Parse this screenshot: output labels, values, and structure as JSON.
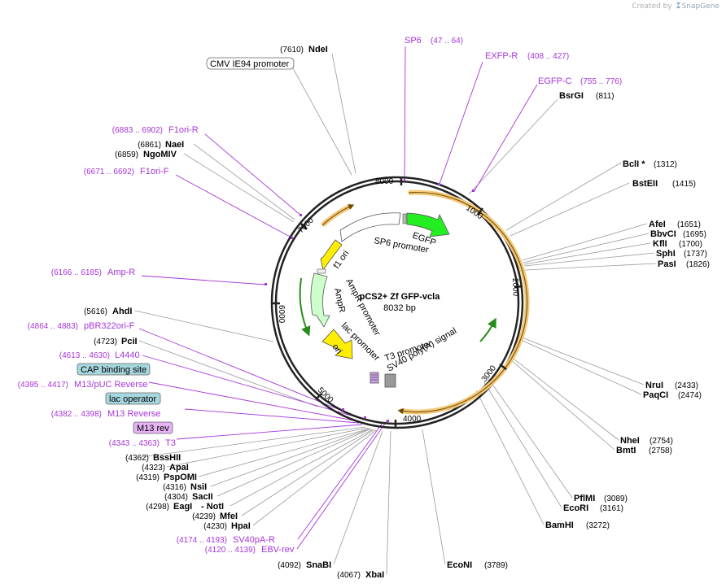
{
  "credit": {
    "prefix": "Created by",
    "brand": "SnapGene"
  },
  "plasmid": {
    "name": "pCS2+ Zf GFP-vcla",
    "length": "8032 bp"
  },
  "ticks": [
    "1000",
    "2000",
    "3000",
    "4000",
    "5000",
    "6000",
    "7000",
    "8000"
  ],
  "features": {
    "egfp": "EGFP",
    "sp6_promoter": "SP6 promoter",
    "f1_ori": "f1 ori",
    "ampr_promoter": "AmpR promoter",
    "ampr": "AmpR",
    "lac_promoter": "lac promoter",
    "ori": "ori",
    "t3_promoter": "T3 promoter",
    "sv40_polya": "SV40 poly(A) signal"
  },
  "boxed_features": {
    "cmv": "CMV IE94 promoter",
    "cap": "CAP binding site",
    "lac_operator": "lac operator",
    "m13_rev": "M13 rev"
  },
  "enzymes_right": [
    {
      "name": "BsrGI",
      "pos": "(811)"
    },
    {
      "name": "BclI *",
      "pos": "(1312)"
    },
    {
      "name": "BstEII",
      "pos": "(1415)"
    },
    {
      "name": "AfeI",
      "pos": "(1651)"
    },
    {
      "name": "BbvCI",
      "pos": "(1695)"
    },
    {
      "name": "KflI",
      "pos": "(1700)"
    },
    {
      "name": "SphI",
      "pos": "(1737)"
    },
    {
      "name": "PasI",
      "pos": "(1826)"
    },
    {
      "name": "NruI",
      "pos": "(2433)"
    },
    {
      "name": "PaqCI",
      "pos": "(2474)"
    },
    {
      "name": "NheI",
      "pos": "(2754)"
    },
    {
      "name": "BmtI",
      "pos": "(2758)"
    },
    {
      "name": "PflMI",
      "pos": "(3089)"
    },
    {
      "name": "EcoRI",
      "pos": "(3161)"
    },
    {
      "name": "BamHI",
      "pos": "(3272)"
    },
    {
      "name": "EcoNI",
      "pos": "(3789)"
    }
  ],
  "enzymes_left": [
    {
      "name": "NdeI",
      "pos": "(7610)"
    },
    {
      "name": "NaeI",
      "pos": "(6861)"
    },
    {
      "name": "NgoMIV",
      "pos": "(6859)"
    },
    {
      "name": "AhdI",
      "pos": "(5616)"
    },
    {
      "name": "PciI",
      "pos": "(4723)"
    },
    {
      "name": "BssHII",
      "pos": "(4362)"
    },
    {
      "name": "ApaI",
      "pos": "(4323)"
    },
    {
      "name": "PspOMI",
      "pos": "(4319)"
    },
    {
      "name": "NsiI",
      "pos": "(4316)"
    },
    {
      "name": "SacII",
      "pos": "(4304)"
    },
    {
      "name": "EagI",
      "pos": "(4298)"
    },
    {
      "name": "- NotI",
      "pos": ""
    },
    {
      "name": "MfeI",
      "pos": "(4239)"
    },
    {
      "name": "HpaI",
      "pos": "(4230)"
    },
    {
      "name": "SnaBI",
      "pos": "(4092)"
    },
    {
      "name": "XbaI",
      "pos": "(4067)"
    }
  ],
  "primers": [
    {
      "name": "SP6",
      "pos": "(47 .. 64)"
    },
    {
      "name": "EXFP-R",
      "pos": "(408 .. 427)"
    },
    {
      "name": "EGFP-C",
      "pos": "(755 .. 776)"
    },
    {
      "name": "F1ori-R",
      "pos": "(6883 .. 6902)"
    },
    {
      "name": "F1ori-F",
      "pos": "(6671 .. 6692)"
    },
    {
      "name": "Amp-R",
      "pos": "(6166 .. 6185)"
    },
    {
      "name": "pBR322ori-F",
      "pos": "(4864 .. 4883)"
    },
    {
      "name": "L4440",
      "pos": "(4613 .. 4630)"
    },
    {
      "name": "M13/pUC Reverse",
      "pos": "(4395 .. 4417)"
    },
    {
      "name": "M13 Reverse",
      "pos": "(4382 .. 4398)"
    },
    {
      "name": "T3",
      "pos": "(4343 .. 4363)"
    },
    {
      "name": "SV40pA-R",
      "pos": "(4174 .. 4193)"
    },
    {
      "name": "EBV-rev",
      "pos": "(4120 .. 4139)"
    }
  ],
  "colors": {
    "backbone": "#222222",
    "primer": "#a535d8",
    "orf_egfp": "#22ee22",
    "orf_ampr": "#ccffcc",
    "origin": "#ffee00",
    "promoter": "#ffffff",
    "sv40": "#999999",
    "orange_highlight": "#f5c878",
    "box_cyan": "#a6d7df",
    "box_m13": "#e6b3f5"
  }
}
